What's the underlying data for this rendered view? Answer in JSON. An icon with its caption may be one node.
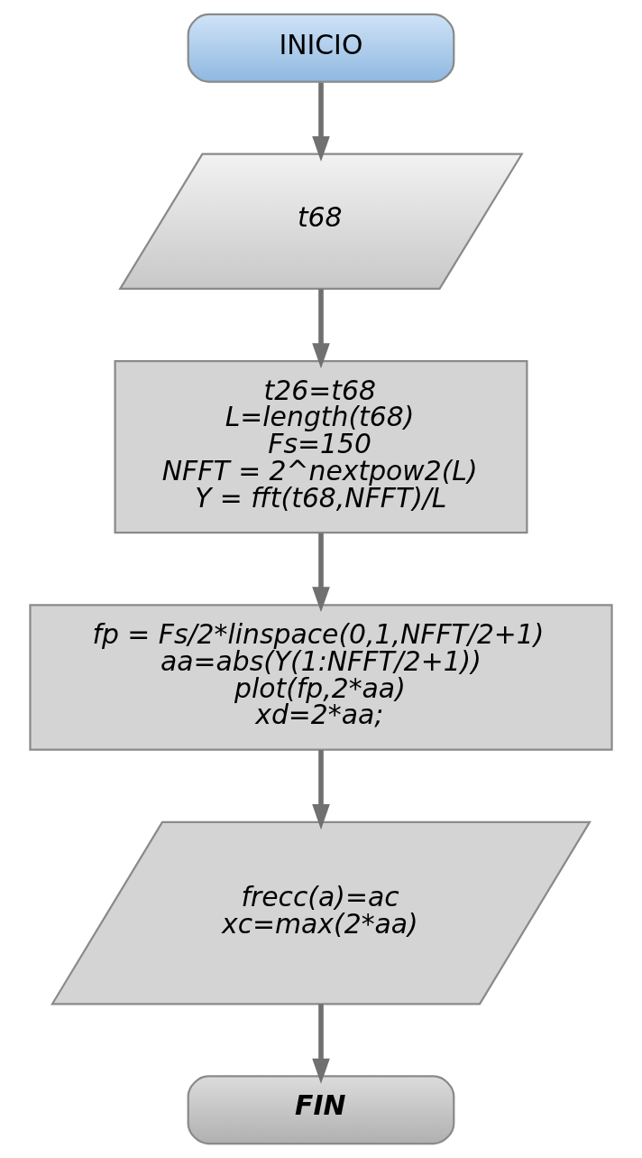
{
  "diagram": {
    "nodes": [
      {
        "text": [
          "INICIO"
        ]
      },
      {
        "text": [
          "t68"
        ]
      },
      {
        "text": [
          "t26=t68",
          "L=length(t68)",
          "Fs=150",
          "NFFT = 2^nextpow2(L)",
          "Y = fft(t68,NFFT)/L"
        ]
      },
      {
        "text": [
          "fp = Fs/2*linspace(0,1,NFFT/2+1)",
          "aa=abs(Y(1:NFFT/2+1))",
          "plot(fp,2*aa)",
          "xd=2*aa;"
        ]
      },
      {
        "text": [
          "frecc(a)=ac",
          "xc=max(2*aa)"
        ]
      },
      {
        "text": [
          "FIN"
        ]
      }
    ],
    "edges": [
      {
        "from": 0,
        "to": 1,
        "arrow": "to"
      },
      {
        "from": 1,
        "to": 2,
        "arrow": "to"
      },
      {
        "from": 2,
        "to": 3,
        "arrow": "to"
      },
      {
        "from": 3,
        "to": 4,
        "arrow": "to"
      },
      {
        "from": 4,
        "to": 5,
        "arrow": "to"
      }
    ]
  }
}
